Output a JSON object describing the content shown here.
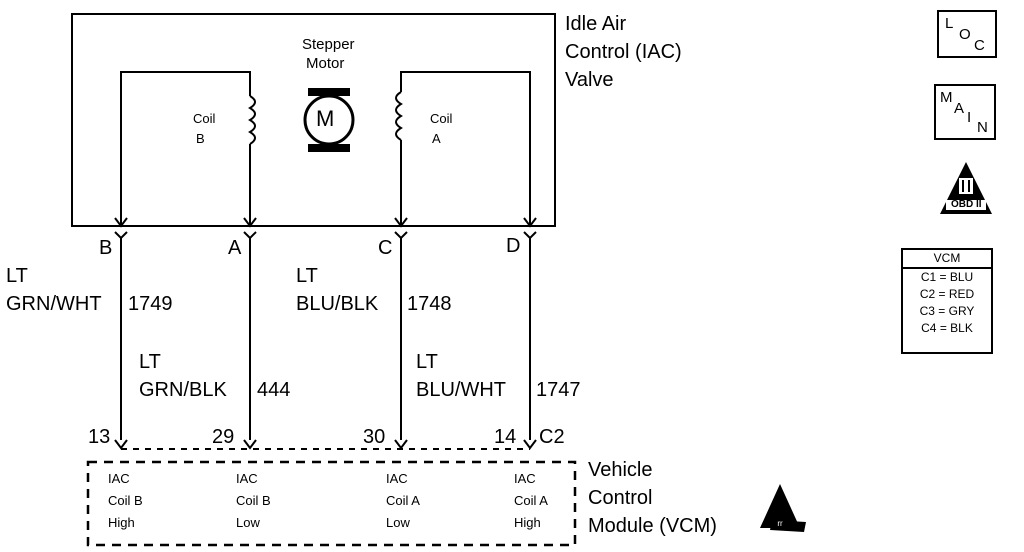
{
  "iac_valve": {
    "title_lines": [
      "Idle Air",
      "Control (IAC)",
      "Valve"
    ]
  },
  "motor": {
    "label_lines": [
      "Stepper",
      "Motor"
    ],
    "symbol": "M"
  },
  "coil_b": {
    "lines": [
      "Coil",
      "B"
    ]
  },
  "coil_a": {
    "lines": [
      "Coil",
      "A"
    ]
  },
  "terminals": [
    "B",
    "A",
    "C",
    "D"
  ],
  "wires": [
    {
      "color_lines": [
        "LT",
        "GRN/WHT"
      ],
      "circuit": "1749"
    },
    {
      "color_lines": [
        "LT",
        "GRN/BLK"
      ],
      "circuit": "444"
    },
    {
      "color_lines": [
        "LT",
        "BLU/BLK"
      ],
      "circuit": "1748"
    },
    {
      "color_lines": [
        "LT",
        "BLU/WHT"
      ],
      "circuit": "1747"
    }
  ],
  "vcm_pins": [
    "13",
    "29",
    "30",
    "14"
  ],
  "connector": "C2",
  "vcm_functions": [
    [
      "IAC",
      "Coil B",
      "High"
    ],
    [
      "IAC",
      "Coil B",
      "Low"
    ],
    [
      "IAC",
      "Coil A",
      "Low"
    ],
    [
      "IAC",
      "Coil A",
      "High"
    ]
  ],
  "vcm_title_lines": [
    "Vehicle",
    "Control",
    "Module (VCM)"
  ],
  "badges": {
    "loc": [
      "L",
      "O",
      "C"
    ],
    "main": [
      "M",
      "A",
      "I",
      "N"
    ],
    "obd": {
      "numeral": "II",
      "text": "OBD II"
    }
  },
  "vcm_legend": {
    "title": "VCM",
    "rows": [
      "C1 = BLU",
      "C2 = RED",
      "C3 = GRY",
      "C4 = BLK"
    ]
  },
  "esd_symbol": "electrostatic-discharge-warning-icon"
}
